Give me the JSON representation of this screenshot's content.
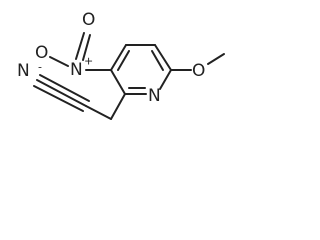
{
  "molecule": {
    "atoms": {
      "nitrile_n": "N",
      "nitro_o_minus": "O",
      "nitro_o_minus_charge": "-",
      "nitro_n": "N",
      "nitro_n_charge": "+",
      "nitro_o": "O",
      "ring_n": "N",
      "methoxy_o": "O"
    }
  }
}
